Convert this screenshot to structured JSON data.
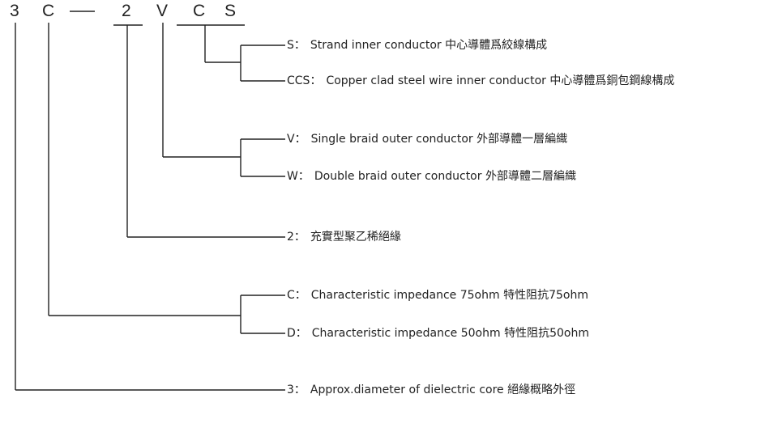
{
  "code": {
    "c1": "3",
    "c2": "C",
    "sep": "—",
    "c3": "2",
    "c4": "V",
    "c5": "C",
    "c6": "S"
  },
  "legend": {
    "s": {
      "key": "S：",
      "text": "Strand inner conductor 中心導體爲絞線構成"
    },
    "ccs": {
      "key": "CCS：",
      "text": "Copper clad steel wire inner conductor 中心導體爲銅包鋼線構成"
    },
    "v": {
      "key": "V：",
      "text": "Single braid outer conductor 外部導體一層編織"
    },
    "w": {
      "key": "W：",
      "text": "Double braid outer  conductor 外部導體二層編織"
    },
    "two": {
      "key": "2：",
      "text": "充實型聚乙稀絕緣"
    },
    "c": {
      "key": "C：",
      "text": "Characteristic impedance  75ohm 特性阻抗75ohm"
    },
    "d": {
      "key": "D：",
      "text": "Characteristic impedance  50ohm 特性阻抗50ohm"
    },
    "three": {
      "key": "3：",
      "text": "Approx.diameter of dielectric core 絕緣概略外徑"
    }
  }
}
